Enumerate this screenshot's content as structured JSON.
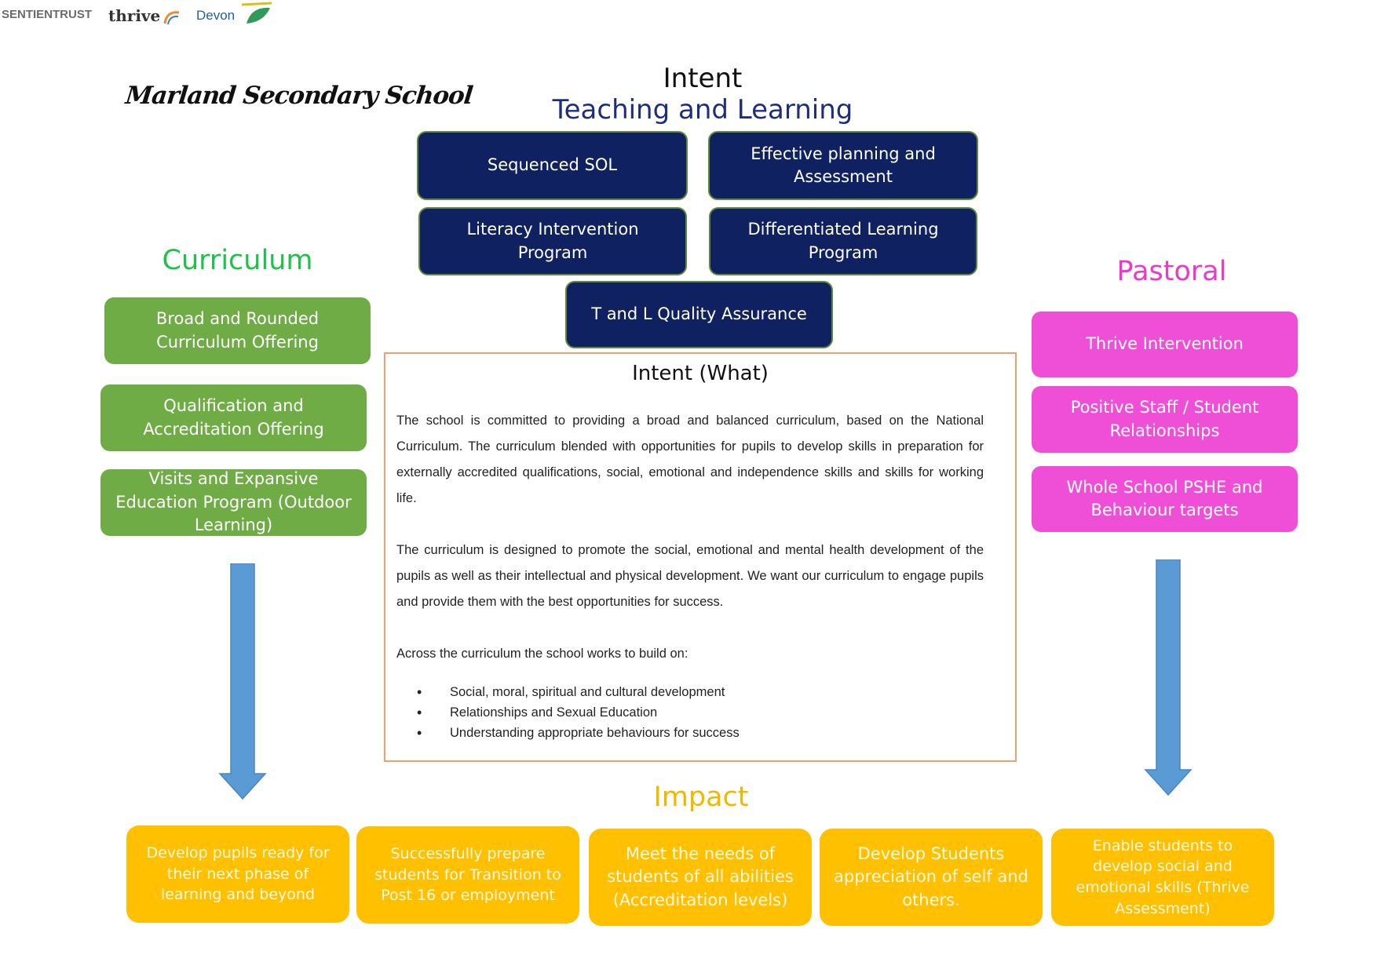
{
  "colors": {
    "navy": "#0f2160",
    "title_blue": "#1f2e7a",
    "curriculum_green": "#1ec24a",
    "box_green": "#6fac46",
    "pastoral_pink": "#e83bc9",
    "box_pink": "#ee4fd6",
    "impact_gold": "#f2b800",
    "box_gold": "#ffc000",
    "arrow_blue": "#5b9bd5",
    "panel_border": "#f0a06a"
  },
  "logos": {
    "sentient": "SENTIENTRUST",
    "thrive": "thrive",
    "devon": "Devon",
    "school_name": "Marland Secondary School"
  },
  "header": {
    "intent_title": "Intent",
    "teaching_title": "Teaching and Learning"
  },
  "teaching_boxes": [
    "Sequenced SOL",
    "Effective planning and Assessment",
    "Literacy Intervention Program",
    "Differentiated Learning Program",
    "T and L Quality Assurance"
  ],
  "curriculum": {
    "title": "Curriculum",
    "items": [
      "Broad and Rounded Curriculum Offering",
      "Qualification and Accreditation Offering",
      "Visits and Expansive Education Program (Outdoor Learning)"
    ]
  },
  "pastoral": {
    "title": "Pastoral",
    "items": [
      "Thrive Intervention",
      "Positive Staff / Student Relationships",
      "Whole School PSHE and Behaviour targets"
    ]
  },
  "intent_panel": {
    "title": "Intent (What)",
    "paragraph1": "The school is committed to providing a broad and balanced curriculum, based on the National Curriculum. The curriculum blended with opportunities for pupils to develop skills in preparation for externally accredited qualifications, social, emotional and independence skills and skills for working life.",
    "paragraph2": "The curriculum is designed to promote the social, emotional and mental health development of the pupils as well as their intellectual and physical development. We want our curriculum to engage pupils and provide them with the best opportunities for success.",
    "paragraph3": "Across the curriculum the school works to build on:",
    "bullets": [
      "Social, moral, spiritual and cultural development",
      "Relationships and Sexual Education",
      "Understanding appropriate behaviours for success"
    ]
  },
  "impact": {
    "title": "Impact",
    "items": [
      "Develop pupils ready for their next phase of learning and beyond",
      "Successfully prepare students for Transition to Post 16 or employment",
      "Meet the needs of students of all abilities (Accreditation levels)",
      "Develop Students appreciation of self and others.",
      "Enable students to develop social and emotional skills (Thrive Assessment)"
    ]
  }
}
